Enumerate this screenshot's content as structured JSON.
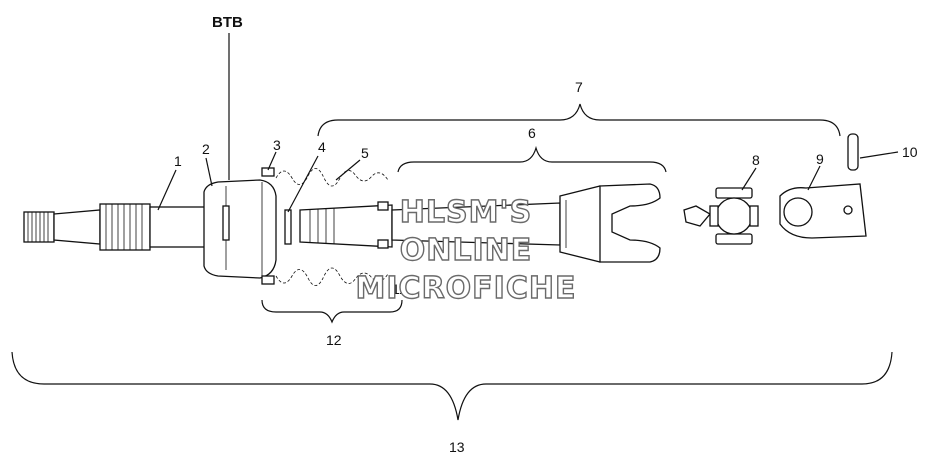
{
  "header": {
    "label": "BTB"
  },
  "callouts": [
    "1",
    "2",
    "3",
    "4",
    "5",
    "6",
    "7",
    "8",
    "9",
    "10",
    "11",
    "12",
    "13"
  ],
  "watermark": {
    "line1": "HLSM'S",
    "line2": "ONLINE",
    "line3": "MICROFICHE"
  }
}
